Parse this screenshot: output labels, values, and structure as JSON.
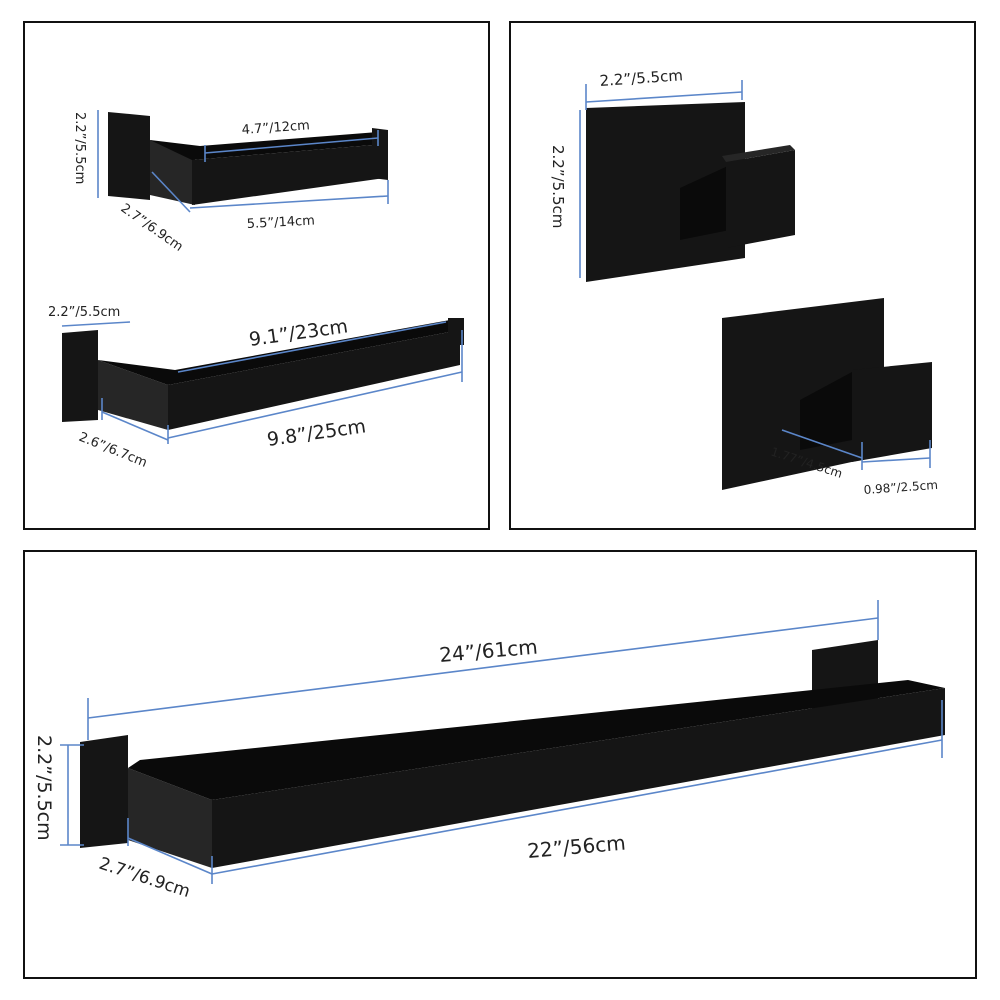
{
  "colors": {
    "dimension_line": "#5b86c9",
    "product": "#151515",
    "border": "#111111"
  },
  "panels": {
    "toilet_paper_holder": {
      "height": "2.2”/5.5cm",
      "inner_length": "4.7”/12cm",
      "total_length": "5.5”/14cm",
      "depth": "2.7”/6.9cm"
    },
    "hand_towel_bar": {
      "height": "2.2”/5.5cm",
      "inner_length": "9.1”/23cm",
      "total_length": "9.8”/25cm",
      "depth": "2.6”/6.7cm"
    },
    "robe_hook": {
      "width": "2.2”/5.5cm",
      "height": "2.2”/5.5cm",
      "depth": "1.77”/4.5cm",
      "hook_width": "0.98”/2.5cm"
    },
    "towel_bar": {
      "total_length": "24”/61cm",
      "inner_length": "22”/56cm",
      "height": "2.2”/5.5cm",
      "depth": "2.7”/6.9cm"
    }
  }
}
